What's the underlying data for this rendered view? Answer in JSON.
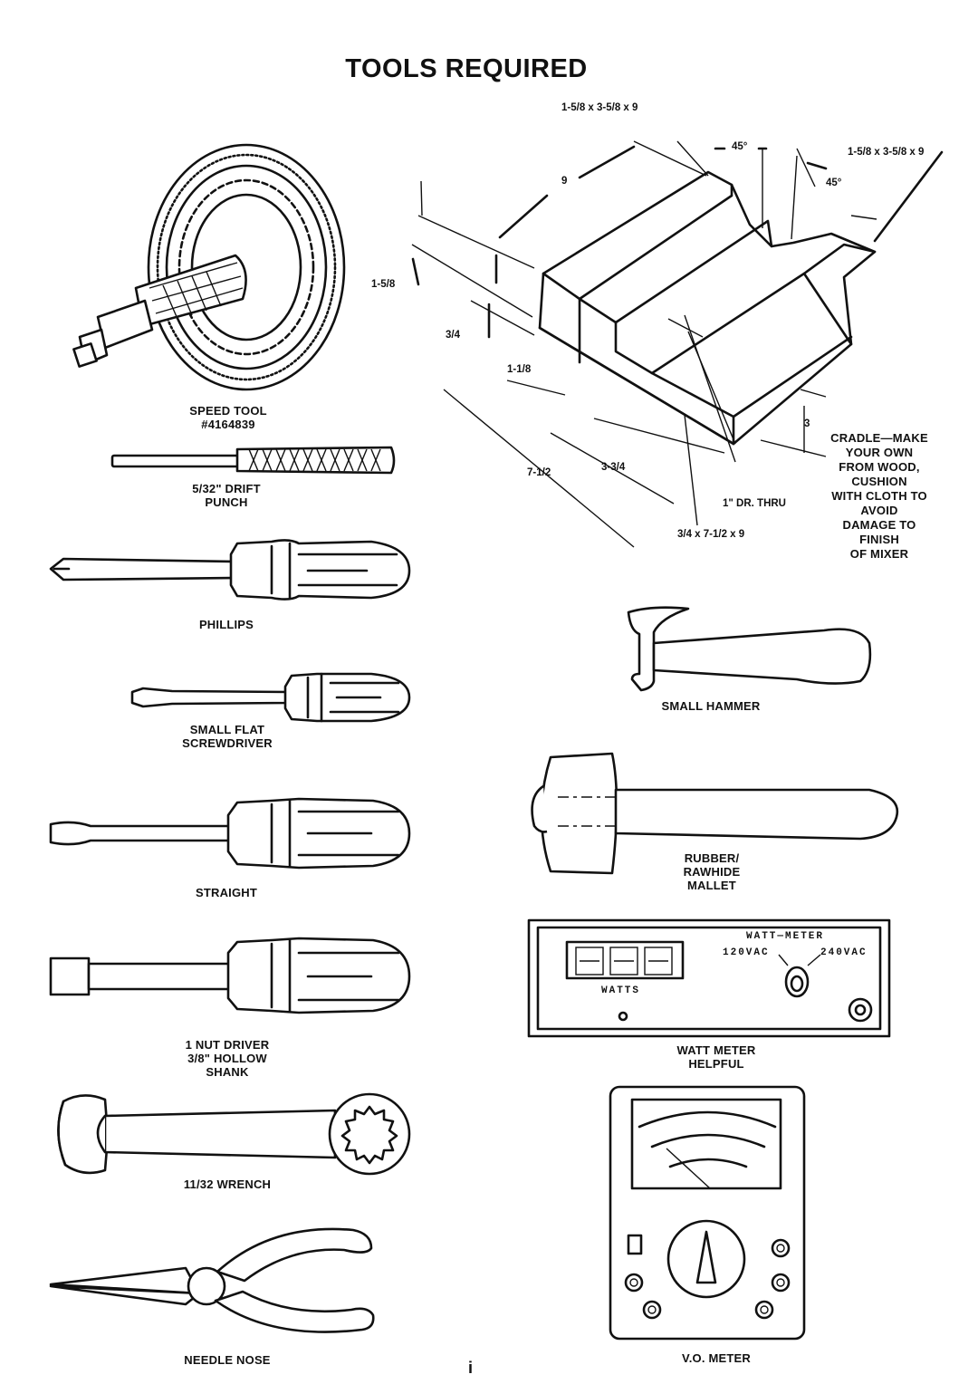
{
  "title": "TOOLS REQUIRED",
  "captions": {
    "speed_tool": "SPEED TOOL\n#4164839",
    "drift_punch": "5/32\" DRIFT\nPUNCH",
    "phillips": "PHILLIPS",
    "small_flat": "SMALL FLAT\nSCREWDRIVER",
    "straight": "STRAIGHT",
    "nut_driver": "1 NUT DRIVER\n3/8\" HOLLOW\nSHANK",
    "wrench": "11/32 WRENCH",
    "needle_nose": "NEEDLE NOSE",
    "small_hammer": "SMALL HAMMER",
    "mallet": "RUBBER/\nRAWHIDE\nMALLET",
    "watt_meter": "WATT METER\nHELPFUL",
    "vo_meter": "V.O. METER",
    "cradle_note": "CRADLE—MAKE\nYOUR OWN\nFROM WOOD,\nCUSHION\nWITH CLOTH TO\nAVOID\nDAMAGE TO\nFINISH\nOF MIXER"
  },
  "cradle_dims": {
    "top_left": "1-5/8 x 3-5/8 x 9",
    "top_right": "1-5/8 x 3-5/8 x 9",
    "angle_left": "45°",
    "angle_right": "45°",
    "length": "9",
    "height": "1-5/8",
    "thickness": "3/4",
    "offset": "1-1/8",
    "base_length": "7-1/2",
    "mid_length": "3-3/4",
    "hole": "1\" DR. THRU",
    "base": "3/4 x 7-1/2 x 9",
    "side": "3"
  },
  "watt_meter_panel": {
    "brand": "WATT—METER",
    "left_voltage": "120VAC",
    "right_voltage": "240VAC",
    "unit": "WATTS"
  },
  "page_number": "i"
}
